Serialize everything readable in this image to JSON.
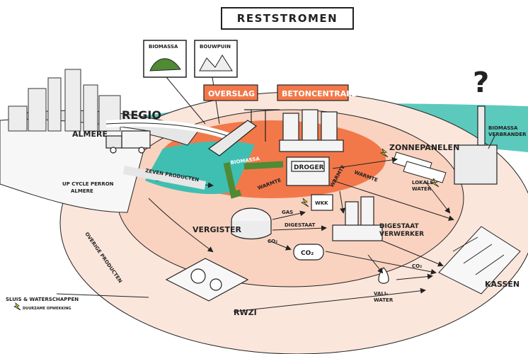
{
  "title": "RESTSTROMEN",
  "labels": {
    "biomassa": "BIOMASSA",
    "bouwpuin": "BOUWPUIN",
    "overslag": "OVERSLAG",
    "betoncentrale": "BETONCENTRALE",
    "regio": "REGIO",
    "almere": "ALMERE",
    "up_cycle_line1": "UP CYCLE PERRON",
    "up_cycle_line2": "ALMERE",
    "zeven_producten": "ZEVEN PRODUCTEN",
    "overige_producten": "OVERIGE PRODUCTEN",
    "biomassa_arrow": "BIOMASSA",
    "vergister": "VERGISTER",
    "gas": "GAS",
    "digestaat": "DIGESTAAT",
    "warmte_1": "WARMTE",
    "warmte_2": "WARMTE",
    "warmte_3": "WARMTE",
    "droger": "DROGER",
    "wk_box": "WKK",
    "zonnepanelen": "ZONNEPANELEN",
    "digestaat_verwerker_line1": "DIGESTAAT",
    "digestaat_verwerker_line2": "VERWERKER",
    "co2_1": "CO₂",
    "co2_2": "CO₂",
    "co2_tank": "CO₂",
    "kassen": "KASSEN",
    "biomassa_verbrander_line1": "BIOMASSA",
    "biomassa_verbrander_line2": "VERBRANDER",
    "lokale_line1": "LOKALE",
    "lokale_line2": "WATER",
    "question_mark": "?",
    "rwzi": "RWZI",
    "vali_line1": "VALI-",
    "vali_line2": "WATER",
    "sluis": "SLUIS & WATERSCHAPPEN",
    "sluis_sub": "DUURZAME OPWEKKING"
  },
  "colors": {
    "orange": "#f2784a",
    "light_orange": "#f9d3c0",
    "pale_orange": "#fbe6dc",
    "teal": "#3fbfb2",
    "green": "#4f8a34",
    "grey": "#e6e6e6",
    "dark": "#222222"
  }
}
